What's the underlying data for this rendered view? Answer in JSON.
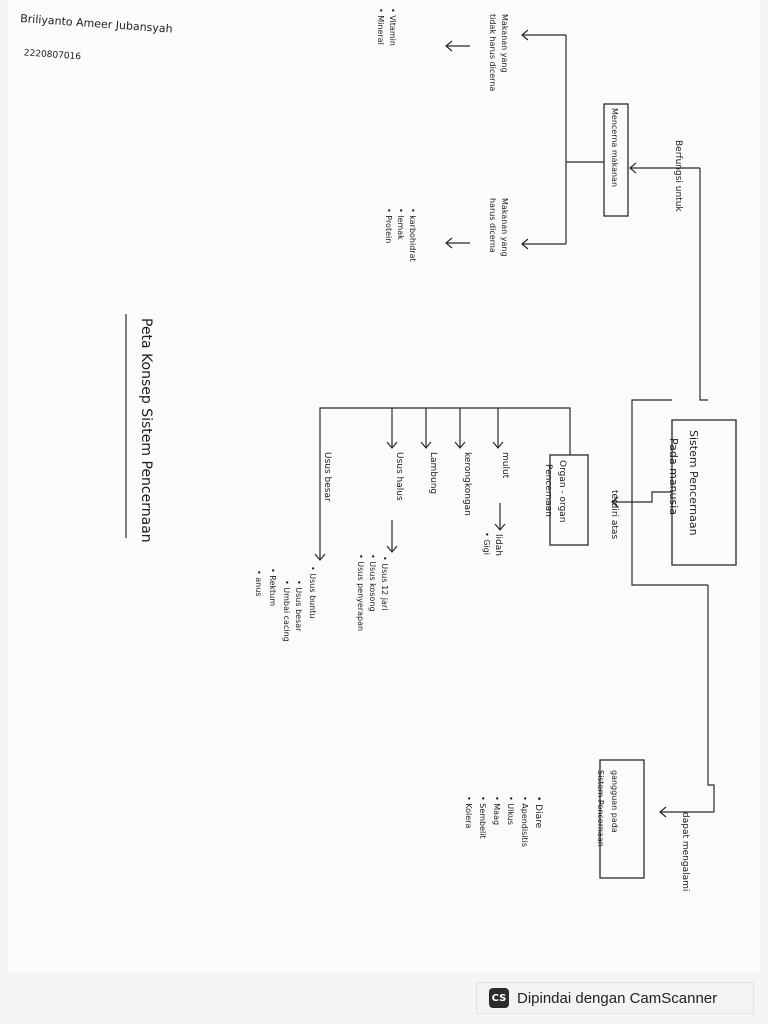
{
  "header": {
    "author": "Briliyanto Ameer Jubansyah",
    "student_id": "2220807016"
  },
  "title": "Peta Konsep Sistem Pencernaan",
  "center": {
    "line1": "Sistem Pencernaan",
    "line2": "Pada manusia"
  },
  "links": {
    "function": "Berfungsi untuk",
    "consists": "terdiri atas",
    "disorders": "dapat mengalami"
  },
  "function_node": "Mencerna makanan",
  "food_branches": [
    {
      "label_line1": "Makanan yang",
      "label_line2": "tidak harus dicerna",
      "items": [
        "• Vitamin",
        "• Mineral"
      ]
    },
    {
      "label_line1": "Makanan yang",
      "label_line2": "harus dicerna",
      "items": [
        "• karbohidrat",
        "• lemak",
        "• Protein"
      ]
    }
  ],
  "organ_node": {
    "line1": "Organ - organ",
    "line2": "Pencernaan"
  },
  "organs": [
    "mulut",
    "kerongkongan",
    "Lambung",
    "Usus halus",
    "Usus besar"
  ],
  "mouth_parts": [
    "lidah",
    "• Gigi"
  ],
  "small_intestine_parts": [
    "• Usus 12 jari",
    "• Usus kosong",
    "• Usus penyerapan"
  ],
  "large_intestine_parts": [
    "• Usus buntu",
    "• Usus besar",
    "• Umbai cacing",
    "• Rektum",
    "• anus"
  ],
  "disorder_node": {
    "line1": "gangguan pada",
    "line2": "Sistem Pencernaan"
  },
  "disorders": [
    "• Diare",
    "• Apendisitis",
    "• Ulkus",
    "• Maag",
    "• Sembelit",
    "• Kolera"
  ],
  "watermark": {
    "logo": "CS",
    "text": "Dipindai dengan CamScanner"
  }
}
